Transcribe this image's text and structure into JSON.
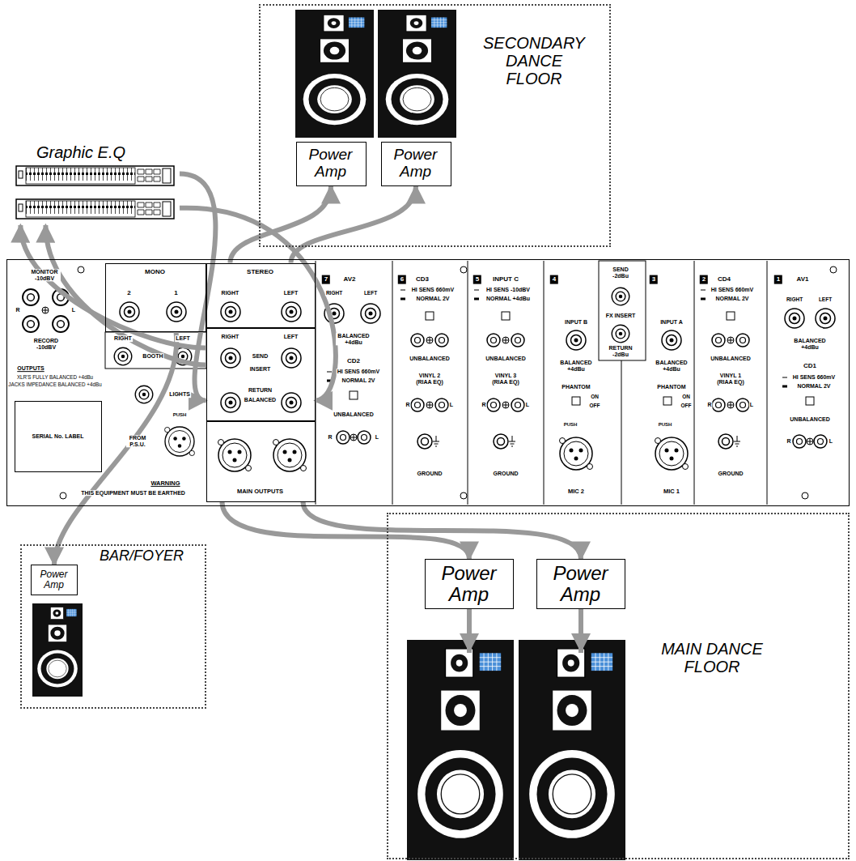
{
  "diagram": {
    "nodes": [
      {
        "text": [
          "SECONDARY DANCE FLOOR"
        ]
      },
      {
        "text": [
          "Power Amp"
        ],
        "in": 0
      },
      {
        "text": [
          "Power Amp"
        ],
        "in": 0
      },
      {
        "text": [
          "Graphic E.Q"
        ]
      },
      {
        "text": [
          "WARNING",
          "THIS EQUIPMENT MUST BE EARTHED"
        ]
      },
      {
        "text": [
          "MONO",
          "2",
          "1"
        ],
        "in": 4
      },
      {
        "text": [
          "STEREO",
          "RIGHT",
          "LEFT"
        ],
        "in": 4
      },
      {
        "text": [
          "RIGHT",
          "LEFT",
          "SEND",
          "INSERT",
          "RETURN",
          "BALANCED"
        ],
        "in": 4
      },
      {
        "text": [
          "MAIN OUTPUTS"
        ],
        "in": 4
      },
      {
        "text": [
          "SERIAL No. LABEL"
        ],
        "in": 4
      },
      {
        "text": [
          "BAR/FOYER"
        ]
      },
      {
        "text": [
          "Power Amp"
        ],
        "in": 10
      },
      {
        "text": [
          "MAIN DANCE FLOOR"
        ]
      },
      {
        "text": [
          "Power Amp"
        ],
        "in": 12
      },
      {
        "text": [
          "Power Amp"
        ],
        "in": 12
      }
    ],
    "edges": [
      {
        "from": 6,
        "to": 1,
        "arrow": "to"
      },
      {
        "from": 6,
        "to": 2,
        "arrow": "to"
      },
      {
        "from": 7,
        "to": 3,
        "arrow": "to"
      },
      {
        "from": 7,
        "to": 3,
        "arrow": "to"
      },
      {
        "from": 3,
        "to": 7,
        "arrow": "to"
      },
      {
        "from": 3,
        "to": 7,
        "arrow": "to"
      },
      {
        "from": 5,
        "to": 11,
        "arrow": "to"
      },
      {
        "from": 8,
        "to": 13,
        "arrow": "to"
      },
      {
        "from": 8,
        "to": 14,
        "arrow": "to"
      }
    ],
    "labels": [
      "MONITOR -10dBV",
      "R",
      "L",
      "RECORD -10dBV",
      "OUTPUTS",
      "XLR'S FULLY BALANCED +4dBu",
      "JACKS IMPEDANCE BALANCED +4dBu",
      "RIGHT",
      "BOOTH",
      "LEFT",
      "LIGHTS",
      "PUSH",
      "FROM P.S.U.",
      "7",
      "AV2",
      "RIGHT",
      "LEFT",
      "BALANCED +4dBu",
      "CD2",
      "HI SENS 660mV",
      "NORMAL 2V",
      "UNBALANCED",
      "R",
      "L",
      "6",
      "CD3",
      "HI SENS 660mV",
      "NORMAL 2V",
      "UNBALANCED",
      "VINYL 2 (RIAA EQ)",
      "R",
      "L",
      "GROUND",
      "5",
      "INPUT C",
      "HI SENS -10dBV",
      "NORMAL +4dBu",
      "UNBALANCED",
      "VINYL 3 (RIAA EQ)",
      "R",
      "L",
      "GROUND",
      "4",
      "INPUT B",
      "BALANCED +4dBu",
      "PHANTOM",
      "ON",
      "OFF",
      "PUSH",
      "MIC 2",
      "SEND -2dBu",
      "FX INSERT",
      "RETURN -2dBu",
      "3",
      "INPUT A",
      "BALANCED +4dBu",
      "PHANTOM",
      "ON",
      "OFF",
      "PUSH",
      "MIC 1",
      "2",
      "CD4",
      "HI SENS 660mV",
      "NORMAL 2V",
      "UNBALANCED",
      "VINYL 1 (RIAA EQ)",
      "R",
      "L",
      "GROUND",
      "1",
      "AV1",
      "RIGHT",
      "LEFT",
      "BALANCED +4dBu",
      "CD1",
      "HI SENS 660mV",
      "NORMAL 2V",
      "UNBALANCED",
      "R",
      "L"
    ]
  }
}
